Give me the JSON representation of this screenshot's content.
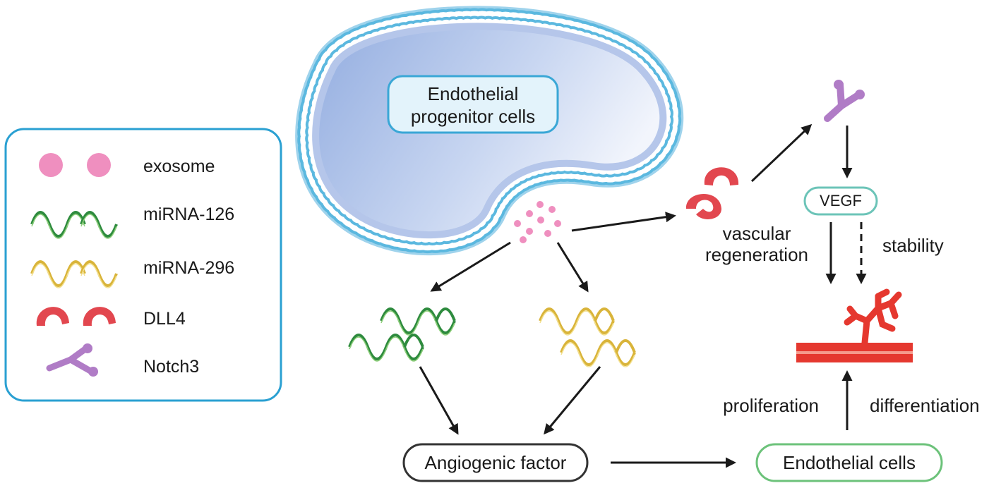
{
  "cell": {
    "title_line1": "Endothelial",
    "title_line2": "progenitor cells"
  },
  "legend": {
    "items": [
      {
        "icon": "exosome-icon",
        "label": "exosome"
      },
      {
        "icon": "mirna-126-icon",
        "label": "miRNA-126"
      },
      {
        "icon": "mirna-296-icon",
        "label": "miRNA-296"
      },
      {
        "icon": "dll4-icon",
        "label": "DLL4"
      },
      {
        "icon": "notch3-icon",
        "label": "Notch3"
      }
    ]
  },
  "labels": {
    "vascular_line1": "vascular",
    "vascular_line2": "regeneration",
    "stability": "stability",
    "proliferation": "proliferation",
    "differentiation": "differentiation"
  },
  "boxes": {
    "vegf": "VEGF",
    "angiogenic": "Angiogenic factor",
    "endothelial": "Endothelial cells"
  },
  "colors": {
    "membrane": "#5bb8df",
    "cell_fill": "#a9bfe6",
    "exosome": "#ef8fbf",
    "mirna_126": "#2e8b3e",
    "mirna_296": "#d9b43a",
    "dll4": "#e2474f",
    "notch3": "#b07cc6",
    "vessel": "#e5382f",
    "legend_border": "#2aa0d2",
    "vegf_border": "#6cc4b8",
    "endothelial_border": "#6cc27a",
    "angiogenic_border": "#333333"
  }
}
